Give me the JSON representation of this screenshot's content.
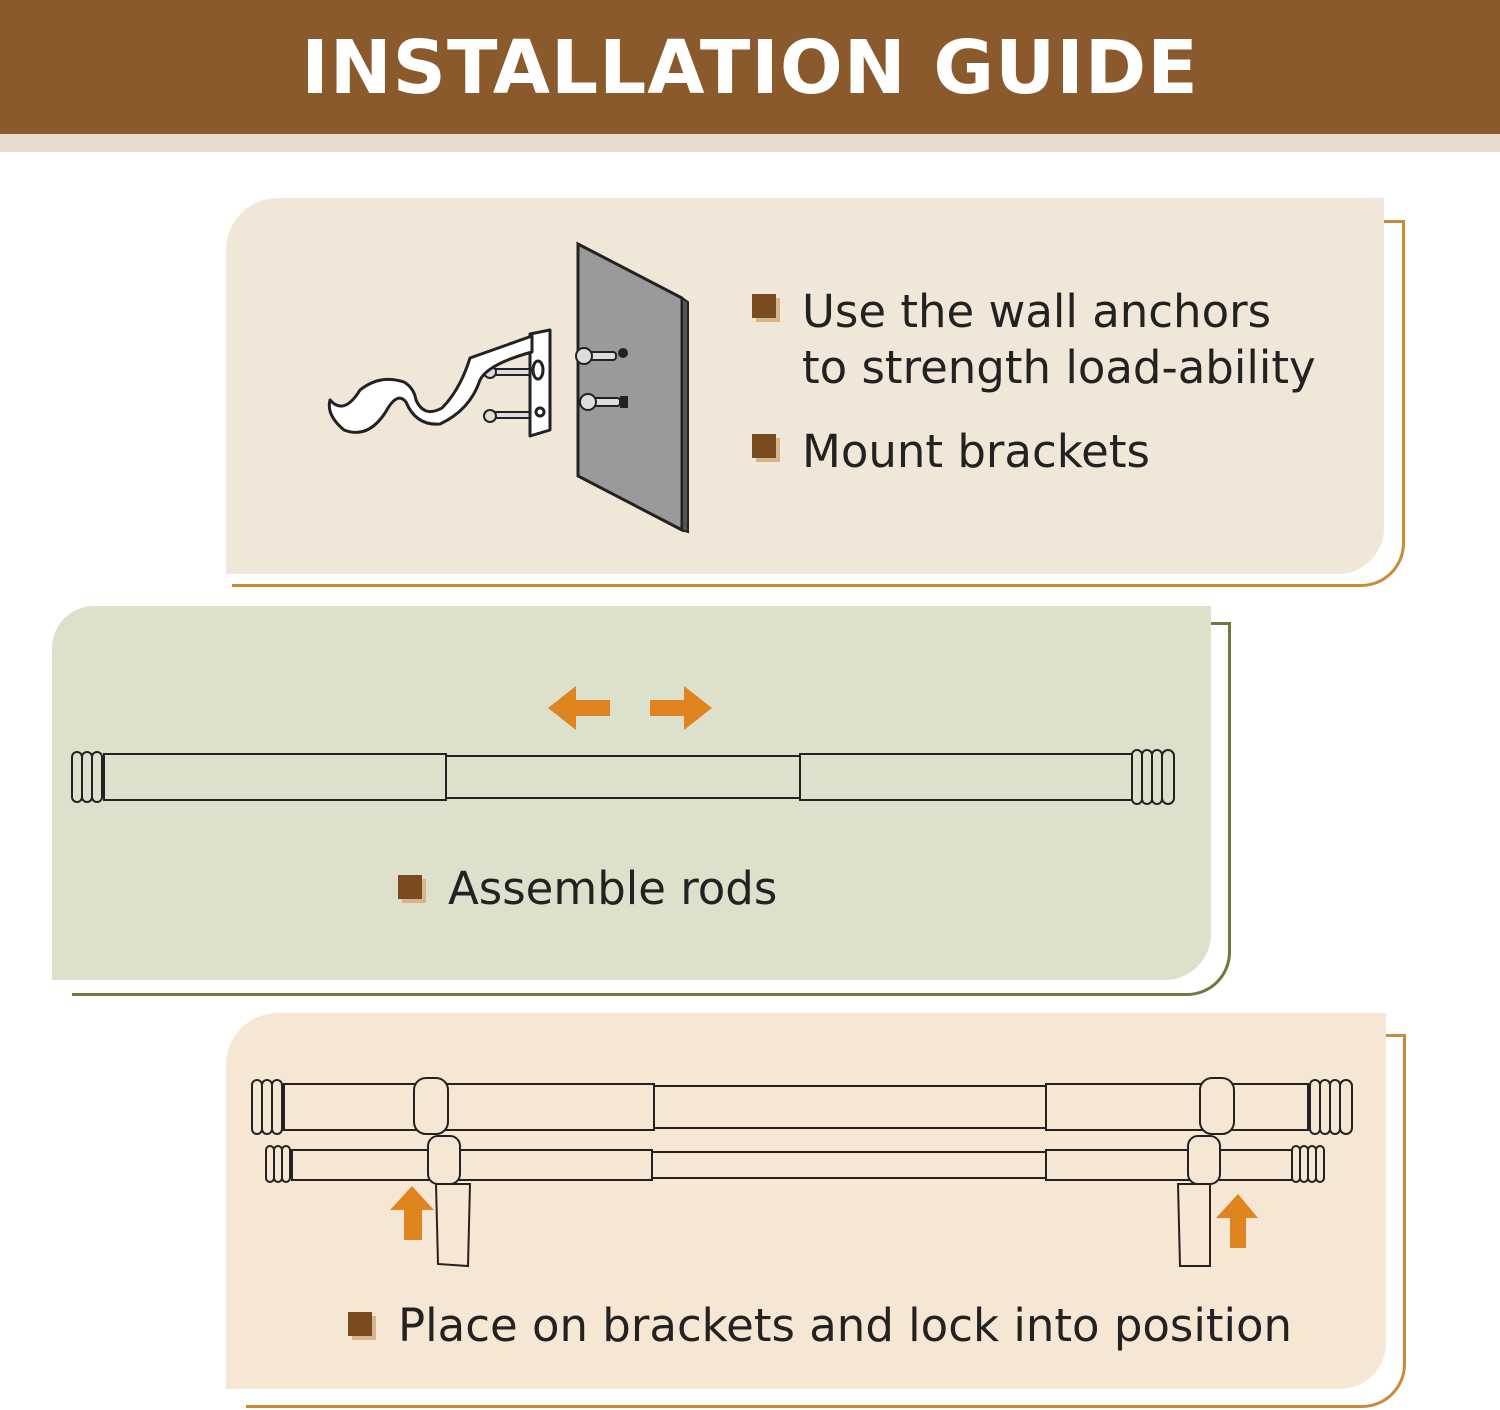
{
  "header": {
    "title": "INSTALLATION GUIDE"
  },
  "steps": [
    {
      "text": "Use the wall anchors\nto strength load-ability"
    },
    {
      "text": "Mount brackets"
    },
    {
      "text": "Assemble rods"
    },
    {
      "text": "Place on brackets and lock into position"
    }
  ],
  "colors": {
    "header": "#8a5a2c",
    "panel_beige": "#f1e7d8",
    "panel_green": "#dde1cb",
    "panel_peach": "#f6e6d4",
    "arrow_orange": "#e0841f",
    "bullet_brown": "#7a4b1e"
  }
}
